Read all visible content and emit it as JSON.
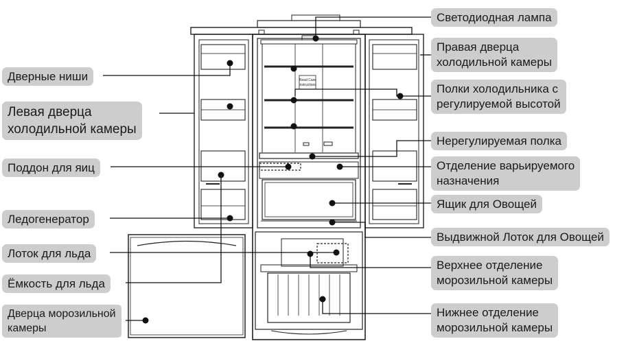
{
  "labels": {
    "led_lamp": "Светодиодная лампа",
    "right_door_1": "Правая дверца",
    "right_door_2": "холодильной камеры",
    "shelves_1": "Полки холодильника с",
    "shelves_2": "регулируемой высотой",
    "fixed_shelf": "Нерегулируемая полка",
    "variable_1": "Отделение варьируемого",
    "variable_2": "назначения",
    "veg_box": "Ящик для Овощей",
    "veg_tray": "Выдвижной Лоток для Овощей",
    "upper_freezer_1": "Верхнее отделение",
    "upper_freezer_2": "морозильной камеры",
    "lower_freezer_1": "Нижнее отделение",
    "lower_freezer_2": "морозильной камеры",
    "door_bins": "Дверные ниши",
    "left_door_1": "Левая дверца",
    "left_door_2": "холодильной камеры",
    "egg_tray": "Поддон для яиц",
    "ice_maker": "Ледогенератор",
    "ice_tray": "Лоток для льда",
    "ice_bin": "Ёмкость для льда",
    "freezer_door_1": "Дверца морозильной",
    "freezer_door_2": "камеры"
  },
  "diagram": {
    "stroke_color": "#222222",
    "label_bg": "#cdcdcd",
    "brand_text_1": "Read Care",
    "brand_text_2": "Instructions"
  }
}
